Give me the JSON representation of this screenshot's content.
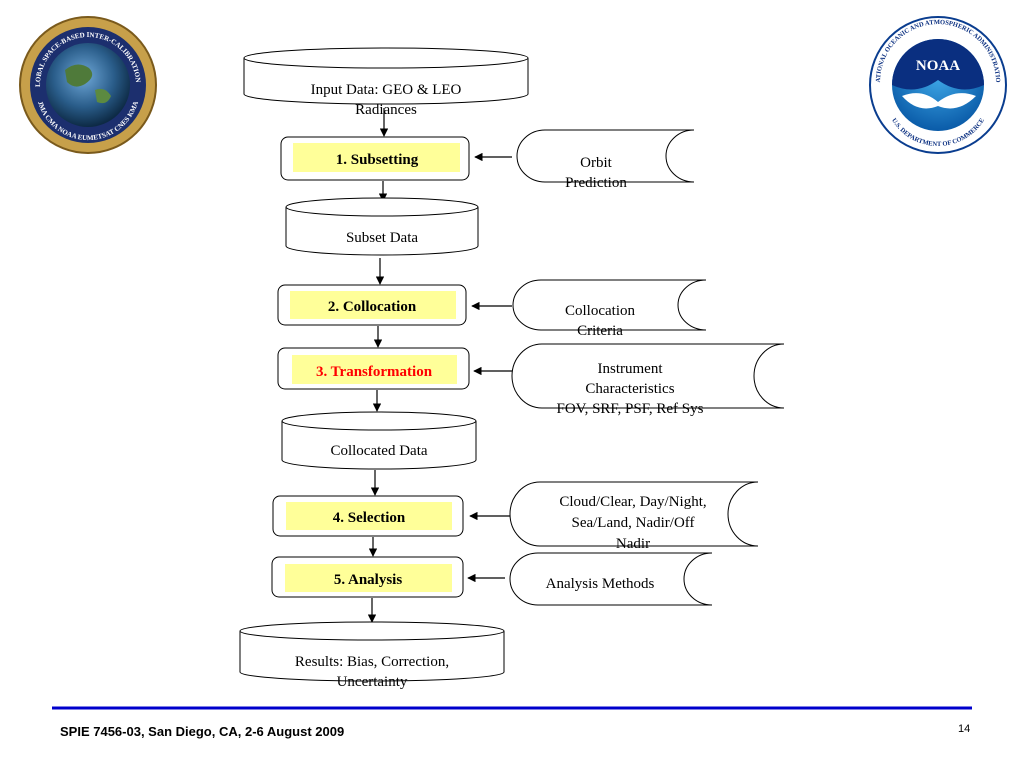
{
  "flow": {
    "input": [
      "Input Data: GEO & LEO",
      "Radiances"
    ],
    "subsetting": "1. Subsetting",
    "orbit": [
      "Orbit",
      "Prediction"
    ],
    "subset_data": "Subset Data",
    "collocation": "2. Collocation",
    "collocation_criteria": [
      "Collocation",
      "Criteria"
    ],
    "transformation": "3. Transformation",
    "instrument": [
      "Instrument",
      "Characteristics",
      "FOV, SRF, PSF, Ref Sys"
    ],
    "collocated_data": "Collocated Data",
    "selection": "4. Selection",
    "selection_criteria": [
      "Cloud/Clear, Day/Night,",
      "Sea/Land, Nadir/Off",
      "Nadir"
    ],
    "analysis": "5. Analysis",
    "analysis_methods": "Analysis Methods",
    "results": [
      "Results: Bias, Correction,",
      "Uncertainty"
    ]
  },
  "logos": {
    "gsics_ring_text": "WMO GLOBAL SPACE-BASED INTER-CALIBRATION SYSTEM",
    "gsics_ring_bottom": "JMA CMA NOAA EUMETSAT CNES KMA",
    "noaa_center": "NOAA",
    "noaa_ring_top": "NATIONAL OCEANIC AND ATMOSPHERIC ADMINISTRATION",
    "noaa_ring_bottom": "U.S. DEPARTMENT OF COMMERCE"
  },
  "footer": {
    "citation": "SPIE 7456-03, San Diego, CA, 2-6 August 2009",
    "page": "14"
  },
  "colors": {
    "highlight": "#ffff99",
    "transformation_text": "#ff0000",
    "footer_rule": "#0000cc"
  }
}
